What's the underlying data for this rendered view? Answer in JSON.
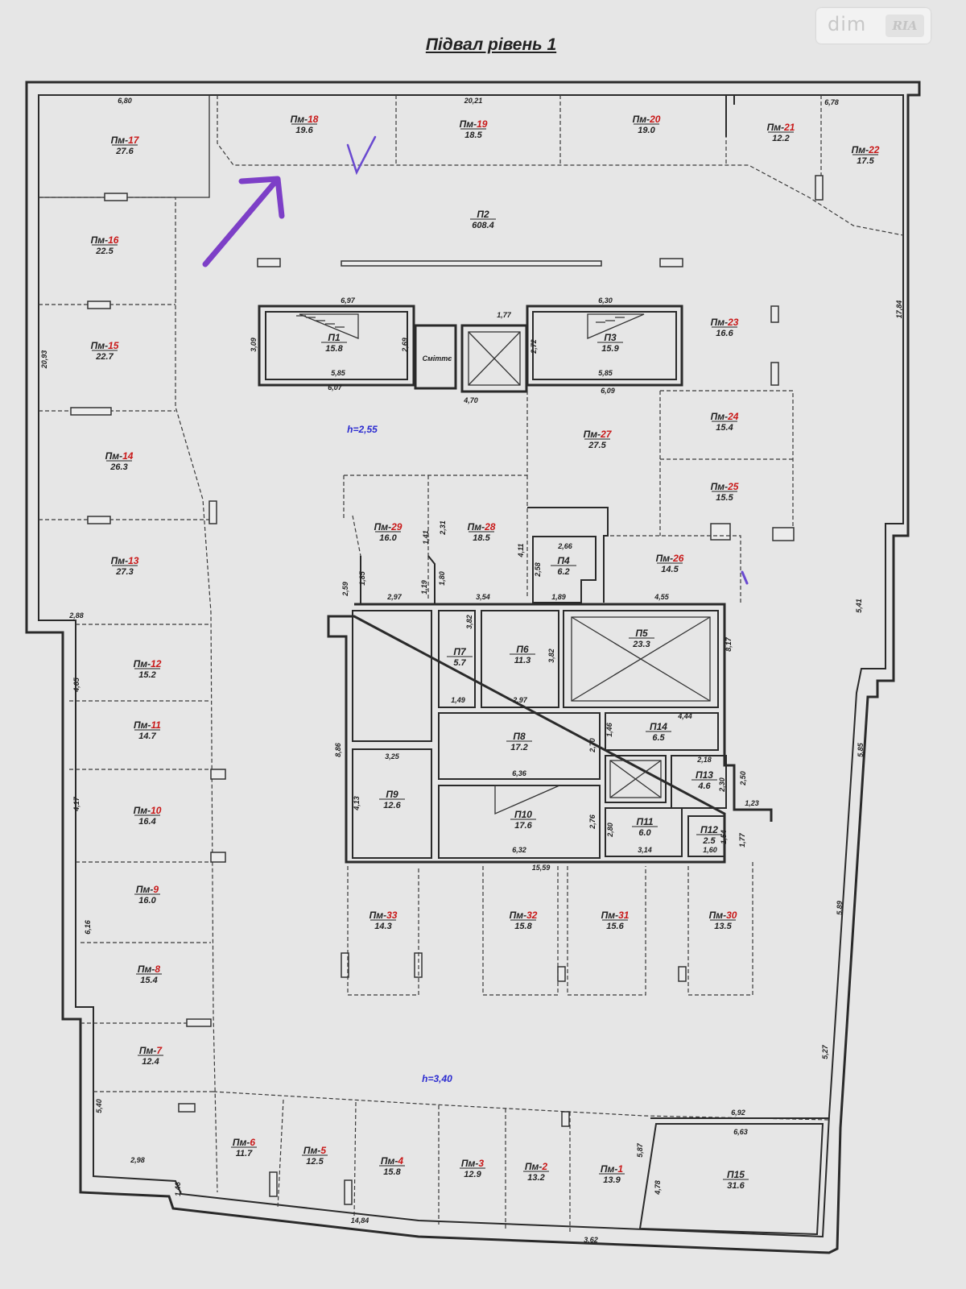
{
  "title": "Підвал рівень 1",
  "watermark": {
    "text": "dim",
    "logo": "RIA"
  },
  "heights": [
    {
      "id": "upper",
      "label": "h=2,55"
    },
    {
      "id": "lower",
      "label": "h=3,40"
    }
  ],
  "stair_label": "Сміттє",
  "rooms": [
    {
      "id": "pm17",
      "prefix": "Пм-",
      "num": "17",
      "area": "27.6"
    },
    {
      "id": "pm18",
      "prefix": "Пм-",
      "num": "18",
      "area": "19.6"
    },
    {
      "id": "pm19",
      "prefix": "Пм-",
      "num": "19",
      "area": "18.5"
    },
    {
      "id": "pm20",
      "prefix": "Пм-",
      "num": "20",
      "area": "19.0"
    },
    {
      "id": "pm21",
      "prefix": "Пм-",
      "num": "21",
      "area": "12.2"
    },
    {
      "id": "pm22",
      "prefix": "Пм-",
      "num": "22",
      "area": "17.5"
    },
    {
      "id": "p2",
      "prefix": "П2",
      "num": "",
      "area": "608.4"
    },
    {
      "id": "pm16",
      "prefix": "Пм-",
      "num": "16",
      "area": "22.5"
    },
    {
      "id": "pm15",
      "prefix": "Пм-",
      "num": "15",
      "area": "22.7"
    },
    {
      "id": "pm14",
      "prefix": "Пм-",
      "num": "14",
      "area": "26.3"
    },
    {
      "id": "pm13",
      "prefix": "Пм-",
      "num": "13",
      "area": "27.3"
    },
    {
      "id": "p1",
      "prefix": "П1",
      "num": "",
      "area": "15.8"
    },
    {
      "id": "p3",
      "prefix": "П3",
      "num": "",
      "area": "15.9"
    },
    {
      "id": "pm23",
      "prefix": "Пм-",
      "num": "23",
      "area": "16.6"
    },
    {
      "id": "pm27",
      "prefix": "Пм-",
      "num": "27",
      "area": "27.5"
    },
    {
      "id": "pm24",
      "prefix": "Пм-",
      "num": "24",
      "area": "15.4"
    },
    {
      "id": "pm25",
      "prefix": "Пм-",
      "num": "25",
      "area": "15.5"
    },
    {
      "id": "pm29",
      "prefix": "Пм-",
      "num": "29",
      "area": "16.0"
    },
    {
      "id": "pm28",
      "prefix": "Пм-",
      "num": "28",
      "area": "18.5"
    },
    {
      "id": "p4",
      "prefix": "П4",
      "num": "",
      "area": "6.2"
    },
    {
      "id": "pm26",
      "prefix": "Пм-",
      "num": "26",
      "area": "14.5"
    },
    {
      "id": "pm12",
      "prefix": "Пм-",
      "num": "12",
      "area": "15.2"
    },
    {
      "id": "pm11",
      "prefix": "Пм-",
      "num": "11",
      "area": "14.7"
    },
    {
      "id": "pm10",
      "prefix": "Пм-",
      "num": "10",
      "area": "16.4"
    },
    {
      "id": "pm9",
      "prefix": "Пм-",
      "num": "9",
      "area": "16.0"
    },
    {
      "id": "pm8",
      "prefix": "Пм-",
      "num": "8",
      "area": "15.4"
    },
    {
      "id": "pm7",
      "prefix": "Пм-",
      "num": "7",
      "area": "12.4"
    },
    {
      "id": "p7",
      "prefix": "П7",
      "num": "",
      "area": "5.7"
    },
    {
      "id": "p6",
      "prefix": "П6",
      "num": "",
      "area": "11.3"
    },
    {
      "id": "p5",
      "prefix": "П5",
      "num": "",
      "area": "23.3"
    },
    {
      "id": "p8",
      "prefix": "П8",
      "num": "",
      "area": "17.2"
    },
    {
      "id": "p14",
      "prefix": "П14",
      "num": "",
      "area": "6.5"
    },
    {
      "id": "p9",
      "prefix": "П9",
      "num": "",
      "area": "12.6"
    },
    {
      "id": "p10",
      "prefix": "П10",
      "num": "",
      "area": "17.6"
    },
    {
      "id": "p13",
      "prefix": "П13",
      "num": "",
      "area": "4.6"
    },
    {
      "id": "p11",
      "prefix": "П11",
      "num": "",
      "area": "6.0"
    },
    {
      "id": "p12",
      "prefix": "П12",
      "num": "",
      "area": "2.5"
    },
    {
      "id": "pm33",
      "prefix": "Пм-",
      "num": "33",
      "area": "14.3"
    },
    {
      "id": "pm32",
      "prefix": "Пм-",
      "num": "32",
      "area": "15.8"
    },
    {
      "id": "pm31",
      "prefix": "Пм-",
      "num": "31",
      "area": "15.6"
    },
    {
      "id": "pm30",
      "prefix": "Пм-",
      "num": "30",
      "area": "13.5"
    },
    {
      "id": "pm6",
      "prefix": "Пм-",
      "num": "6",
      "area": "11.7"
    },
    {
      "id": "pm5",
      "prefix": "Пм-",
      "num": "5",
      "area": "12.5"
    },
    {
      "id": "pm4",
      "prefix": "Пм-",
      "num": "4",
      "area": "15.8"
    },
    {
      "id": "pm3",
      "prefix": "Пм-",
      "num": "3",
      "area": "12.9"
    },
    {
      "id": "pm2",
      "prefix": "Пм-",
      "num": "2",
      "area": "13.2"
    },
    {
      "id": "pm1",
      "prefix": "Пм-",
      "num": "1",
      "area": "13.9"
    },
    {
      "id": "p15",
      "prefix": "П15",
      "num": "",
      "area": "31.6"
    }
  ],
  "dimensions": [
    {
      "id": "d1",
      "value": "6,80"
    },
    {
      "id": "d2",
      "value": "20,21"
    },
    {
      "id": "d3",
      "value": "6,78"
    },
    {
      "id": "d4",
      "value": "6,97"
    },
    {
      "id": "d5",
      "value": "6,30"
    },
    {
      "id": "d6",
      "value": "1,77"
    },
    {
      "id": "d7",
      "value": "3,09"
    },
    {
      "id": "d8",
      "value": "2,69"
    },
    {
      "id": "d9",
      "value": "2,72"
    },
    {
      "id": "d10",
      "value": "5,85"
    },
    {
      "id": "d11",
      "value": "5,85"
    },
    {
      "id": "d12",
      "value": "6,07"
    },
    {
      "id": "d13",
      "value": "4,70"
    },
    {
      "id": "d14",
      "value": "6,09"
    },
    {
      "id": "d15",
      "value": "20,93"
    },
    {
      "id": "d16",
      "value": "17,84"
    },
    {
      "id": "d17",
      "value": "2,31"
    },
    {
      "id": "d18",
      "value": "1,41"
    },
    {
      "id": "d19",
      "value": "4,11"
    },
    {
      "id": "d20",
      "value": "2,66"
    },
    {
      "id": "d21",
      "value": "2,58"
    },
    {
      "id": "d22",
      "value": "1,85"
    },
    {
      "id": "d23",
      "value": "2,59"
    },
    {
      "id": "d24",
      "value": "1,19"
    },
    {
      "id": "d25",
      "value": "1,80"
    },
    {
      "id": "d26",
      "value": "2,97"
    },
    {
      "id": "d27",
      "value": "3,54"
    },
    {
      "id": "d28",
      "value": "1,89"
    },
    {
      "id": "d29",
      "value": "4,55"
    },
    {
      "id": "d30",
      "value": "2,88"
    },
    {
      "id": "d31",
      "value": "5,41"
    },
    {
      "id": "d32",
      "value": "3,82"
    },
    {
      "id": "d33",
      "value": "3,82"
    },
    {
      "id": "d34",
      "value": "8,17"
    },
    {
      "id": "d35",
      "value": "1,49"
    },
    {
      "id": "d36",
      "value": "2,97"
    },
    {
      "id": "d37",
      "value": "4,65"
    },
    {
      "id": "d38",
      "value": "4,44"
    },
    {
      "id": "d39",
      "value": "1,46"
    },
    {
      "id": "d40",
      "value": "2,70"
    },
    {
      "id": "d41",
      "value": "8,86"
    },
    {
      "id": "d42",
      "value": "3,25"
    },
    {
      "id": "d43",
      "value": "6,36"
    },
    {
      "id": "d44",
      "value": "2,18"
    },
    {
      "id": "d45",
      "value": "2,30"
    },
    {
      "id": "d46",
      "value": "2,50"
    },
    {
      "id": "d47",
      "value": "1,23"
    },
    {
      "id": "d48",
      "value": "4,17"
    },
    {
      "id": "d49",
      "value": "4,13"
    },
    {
      "id": "d50",
      "value": "2,76"
    },
    {
      "id": "d51",
      "value": "2,80"
    },
    {
      "id": "d52",
      "value": "1,54"
    },
    {
      "id": "d53",
      "value": "1,77"
    },
    {
      "id": "d54",
      "value": "6,32"
    },
    {
      "id": "d55",
      "value": "3,14"
    },
    {
      "id": "d56",
      "value": "1,60"
    },
    {
      "id": "d57",
      "value": "15,59"
    },
    {
      "id": "d58",
      "value": "5,85"
    },
    {
      "id": "d59",
      "value": "6,16"
    },
    {
      "id": "d60",
      "value": "5,89"
    },
    {
      "id": "d61",
      "value": "5,27"
    },
    {
      "id": "d62",
      "value": "5,40"
    },
    {
      "id": "d63",
      "value": "6,92"
    },
    {
      "id": "d64",
      "value": "6,63"
    },
    {
      "id": "d65",
      "value": "2,98"
    },
    {
      "id": "d66",
      "value": "5,87"
    },
    {
      "id": "d67",
      "value": "4,78"
    },
    {
      "id": "d68",
      "value": "1,46"
    },
    {
      "id": "d69",
      "value": "14,84"
    },
    {
      "id": "d70",
      "value": "3,62"
    }
  ],
  "annotation": {
    "arrow_color": "#7d3fc7",
    "check_color": "#6a4ad0"
  }
}
